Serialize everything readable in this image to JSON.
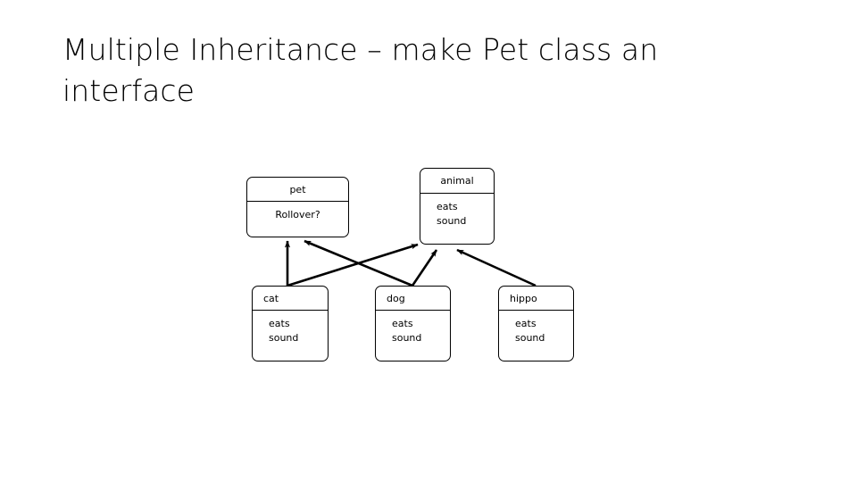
{
  "slide": {
    "title": "Multiple Inheritance – make Pet class an interface"
  },
  "diagram": {
    "type": "uml-class-diagram",
    "stroke_color": "#000000",
    "fill_color": "#ffffff",
    "classes": [
      {
        "id": "pet",
        "name": "pet",
        "title_align": "center",
        "body_align": "center",
        "members": [
          "Rollover?"
        ]
      },
      {
        "id": "animal",
        "name": "animal",
        "title_align": "center",
        "body_align": "left",
        "members": [
          "eats",
          "sound"
        ]
      },
      {
        "id": "cat",
        "name": "cat",
        "title_align": "left",
        "body_align": "left",
        "members": [
          "eats",
          "sound"
        ]
      },
      {
        "id": "dog",
        "name": "dog",
        "title_align": "left",
        "body_align": "left",
        "members": [
          "eats",
          "sound"
        ]
      },
      {
        "id": "hippo",
        "name": "hippo",
        "title_align": "left",
        "body_align": "left",
        "members": [
          "eats",
          "sound"
        ]
      }
    ],
    "relations": [
      {
        "id": "cat-to-pet",
        "from": "cat",
        "to": "pet",
        "kind": "inheritance"
      },
      {
        "id": "cat-to-animal",
        "from": "cat",
        "to": "animal",
        "kind": "inheritance"
      },
      {
        "id": "dog-to-pet",
        "from": "dog",
        "to": "pet",
        "kind": "inheritance"
      },
      {
        "id": "dog-to-animal",
        "from": "dog",
        "to": "animal",
        "kind": "inheritance"
      },
      {
        "id": "hippo-to-animal",
        "from": "hippo",
        "to": "animal",
        "kind": "inheritance"
      }
    ]
  }
}
